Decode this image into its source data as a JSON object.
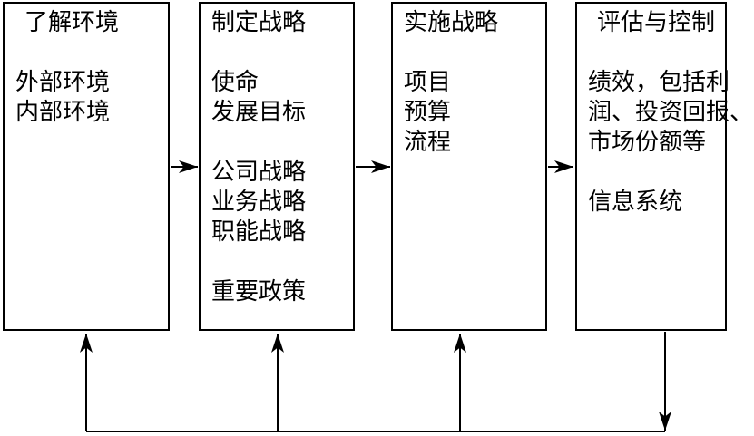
{
  "boxes": [
    {
      "title": "了解环境",
      "lines": [
        "",
        "外部环境",
        "内部环境"
      ]
    },
    {
      "title": "制定战略",
      "lines": [
        "",
        "使命",
        "发展目标",
        "",
        "公司战略",
        "业务战略",
        "职能战略",
        "",
        "重要政策"
      ]
    },
    {
      "title": "实施战略",
      "lines": [
        "",
        "项目",
        "预算",
        "流程"
      ]
    },
    {
      "title": "评估与控制",
      "lines": [
        "",
        "绩效，包括利",
        "润、投资回报、",
        "市场份额等",
        "",
        "信息系统"
      ]
    }
  ],
  "colors": {
    "stroke": "#000000",
    "text": "#000000",
    "background": "#ffffff"
  }
}
